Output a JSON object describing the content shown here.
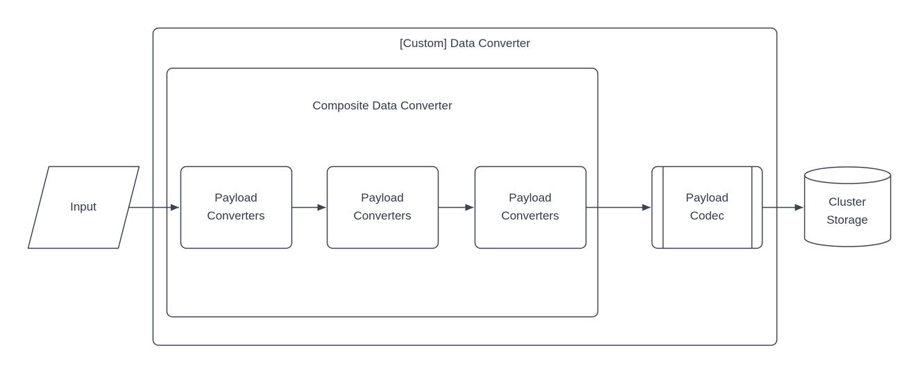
{
  "colors": {
    "stroke": "#3b4453",
    "text": "#303a49",
    "background": "#ffffff"
  },
  "containers": {
    "outer": {
      "label": "[Custom] Data Converter"
    },
    "inner": {
      "label": "Composite Data Converter"
    }
  },
  "nodes": {
    "input": {
      "label": "Input",
      "shape": "parallelogram"
    },
    "converter_1": {
      "label": "Payload Converters",
      "shape": "rounded-rect"
    },
    "converter_2": {
      "label": "Payload Converters",
      "shape": "rounded-rect"
    },
    "converter_3": {
      "label": "Payload Converters",
      "shape": "rounded-rect"
    },
    "codec": {
      "label": "Payload Codec",
      "shape": "subroutine"
    },
    "storage": {
      "label": "Cluster Storage",
      "shape": "cylinder"
    }
  },
  "edges": [
    {
      "from": "input",
      "to": "converter_1"
    },
    {
      "from": "converter_1",
      "to": "converter_2"
    },
    {
      "from": "converter_2",
      "to": "converter_3"
    },
    {
      "from": "converter_3",
      "to": "codec"
    },
    {
      "from": "codec",
      "to": "storage"
    }
  ]
}
